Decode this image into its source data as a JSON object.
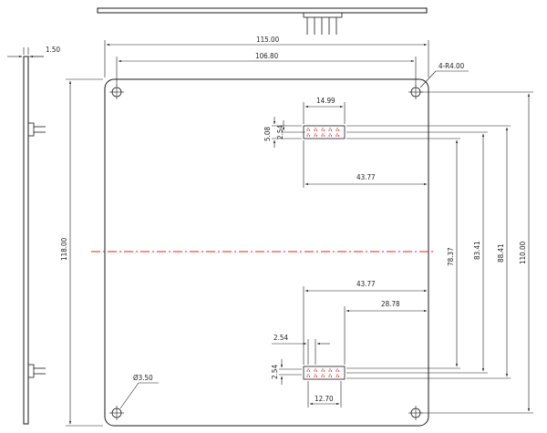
{
  "colors": {
    "line": "#1a1a1a",
    "centerline": "#e02020",
    "background": "#ffffff"
  },
  "dimensions": {
    "board_thickness": "1.50",
    "board_width": "115.00",
    "hole_spacing_x": "106.80",
    "corner_radius": "4-R4.00",
    "board_height": "118.00",
    "header1_width": "14.99",
    "header1_row_pitch": "5.08",
    "header1_pin_pitch": "2.54",
    "header1_right_offset": "43.77",
    "header2_right_offset": "43.77",
    "header2_inner_offset": "28.78",
    "header2_pin_pitch_h": "2.54",
    "header2_pin_pitch_v": "2.54",
    "header2_width": "12.70",
    "hole_diameter": "Ø3.50",
    "vertical_dim_1": "78.37",
    "vertical_dim_2": "83.41",
    "vertical_dim_3": "88.41",
    "vertical_dim_4": "110.00"
  }
}
